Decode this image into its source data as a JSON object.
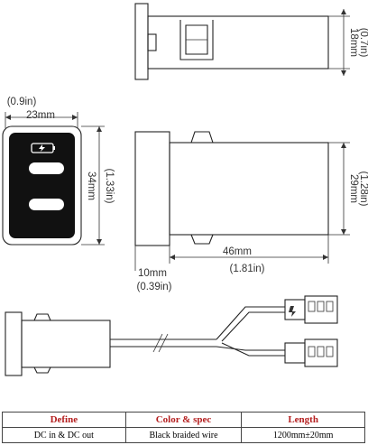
{
  "dimensions": {
    "width_in": "(0.9in)",
    "width_mm": "23mm",
    "height_mm": "34mm",
    "height_in": "(1.33in)",
    "top_height_mm": "18mm",
    "top_height_in": "(0.7in)",
    "side_height_mm": "29mm",
    "side_height_in": "(1.28in)",
    "length_mm": "46mm",
    "length_in": "(1.81in)",
    "flange_mm": "10mm",
    "flange_in": "(0.39in)"
  },
  "table": {
    "headers": [
      "Define",
      "Color & spec",
      "Length"
    ],
    "row": [
      "DC in & DC out",
      "Black braided wire",
      "1200mm±20mm"
    ]
  },
  "colors": {
    "header_text": "#b41e1e",
    "panel": "#111111",
    "button": "#ffffff"
  },
  "icons": [
    "usb-charge-icon"
  ]
}
